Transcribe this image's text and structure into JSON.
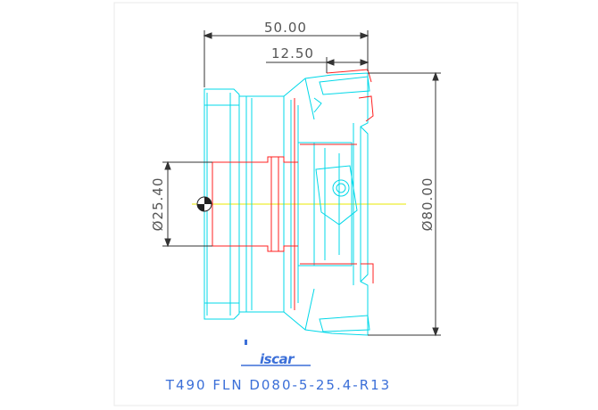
{
  "drawing": {
    "dimensions": {
      "overall_length": "50.00",
      "insert_offset": "12.50",
      "bore_diameter": "Ø25.40",
      "cutting_diameter": "Ø80.00"
    },
    "logo": "iscar",
    "designation": "T490 FLN D080-5-25.4-R13",
    "colors": {
      "body_outline": "#00d8e8",
      "section_red": "#ff2020",
      "centerline": "#e8e800",
      "dimension": "#333333",
      "text": "#3b6fd8"
    }
  }
}
